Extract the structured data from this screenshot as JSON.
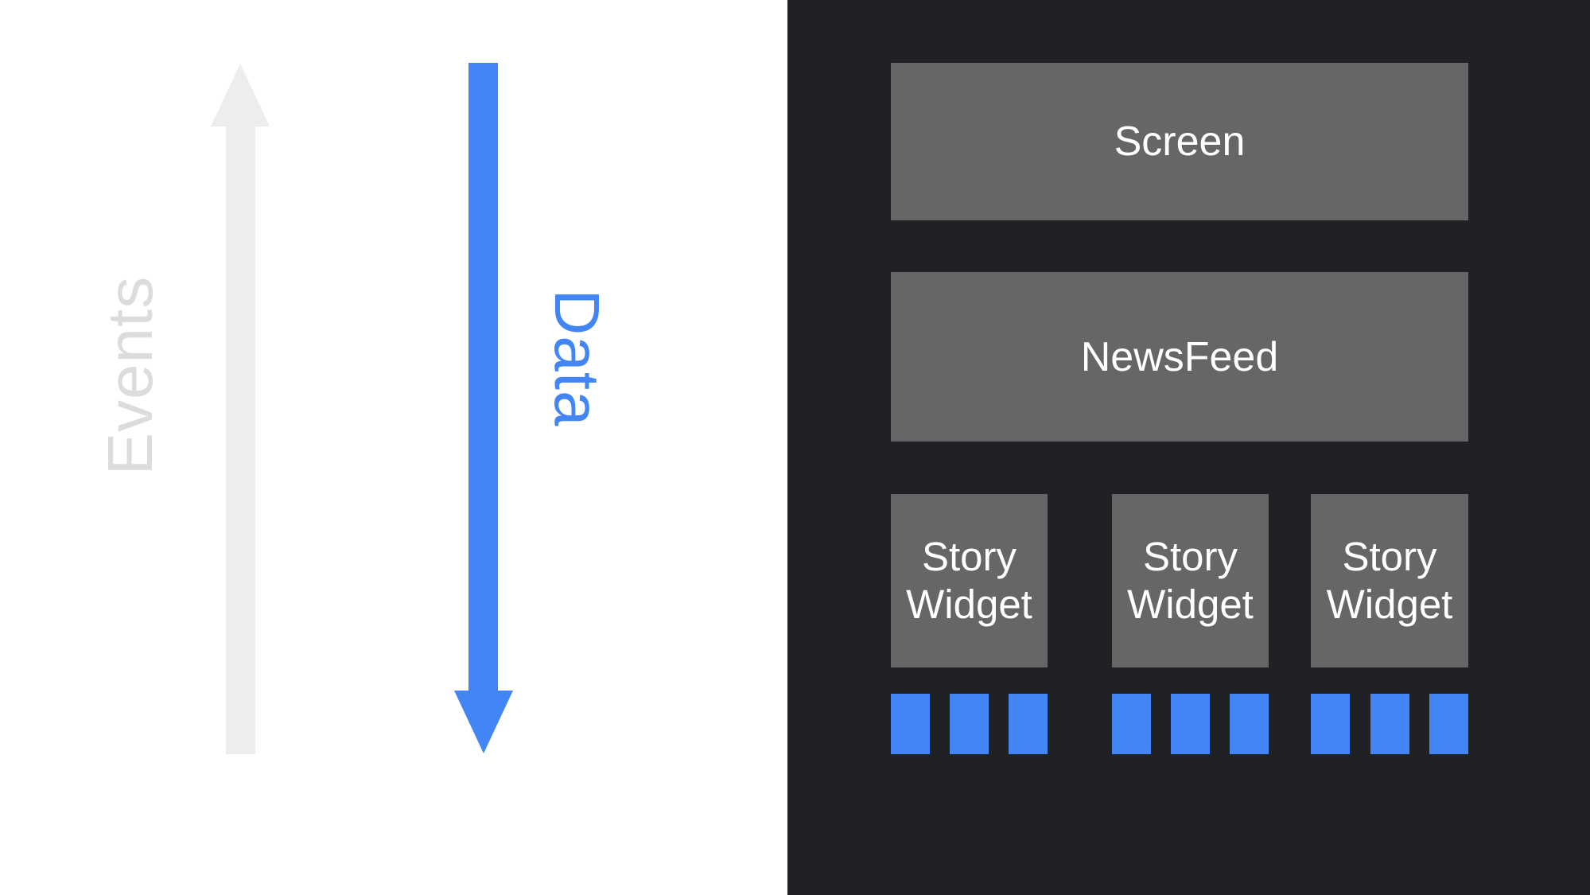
{
  "diagram": {
    "flow": {
      "events_label": "Events",
      "data_label": "Data"
    },
    "widget_tree": {
      "screen_label": "Screen",
      "newsfeed_label": "NewsFeed",
      "story_widgets": [
        {
          "label": "Story Widget",
          "data_tiles": 3
        },
        {
          "label": "Story Widget",
          "data_tiles": 3
        },
        {
          "label": "Story Widget",
          "data_tiles": 3
        }
      ]
    },
    "colors": {
      "accent_blue": "#4285F4",
      "panel_dark": "#202124",
      "node_gray": "#666666",
      "arrow_light_gray": "#EDEDED",
      "events_text_gray": "#DCDCDC",
      "node_text_white": "#FFFFFF"
    }
  }
}
